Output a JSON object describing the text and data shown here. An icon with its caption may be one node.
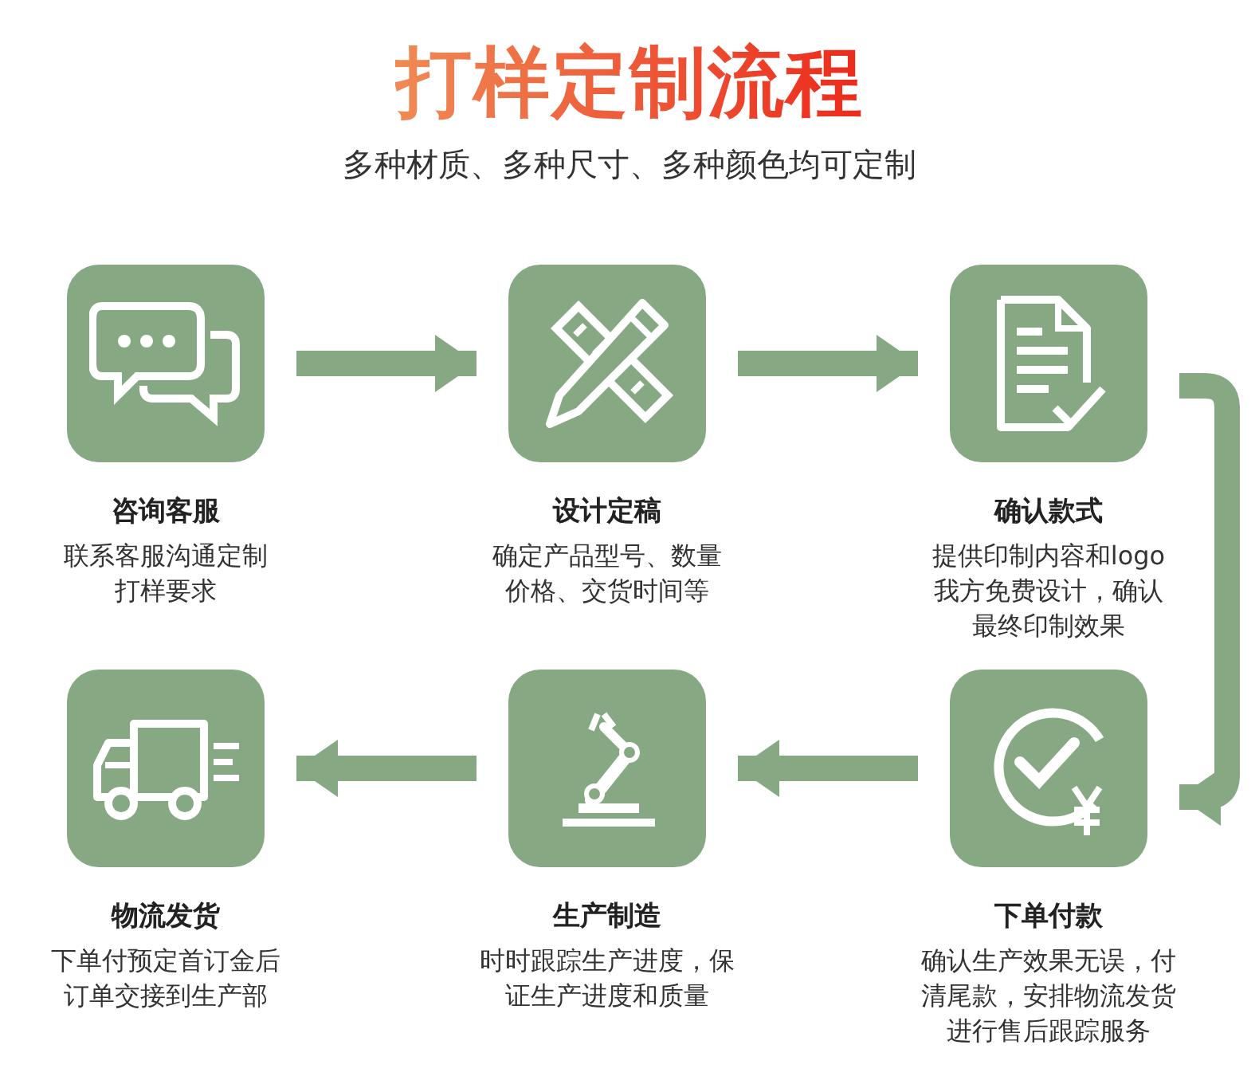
{
  "diagram": {
    "title": "打样定制流程",
    "caption": "多种材质、多种尺寸、多种颜色均可定制",
    "nodes": [
      {
        "text": [
          "咨询客服",
          "联系客服沟通定制打样要求"
        ]
      },
      {
        "text": [
          "设计定稿",
          "确定产品型号、数量价格、交货时间等"
        ]
      },
      {
        "text": [
          "确认款式",
          "提供印制内容和logo我方免费设计，确认最终印制效果"
        ]
      },
      {
        "text": [
          "物流发货",
          "下单付预定首订金后订单交接到生产部"
        ]
      },
      {
        "text": [
          "生产制造",
          "时时跟踪生产进度，保证生产进度和质量"
        ]
      },
      {
        "text": [
          "下单付款",
          "确认生产效果无误，付清尾款，安排物流发货进行售后跟踪服务"
        ]
      }
    ],
    "edges": [
      {
        "from": 0,
        "to": 1,
        "arrow": "to"
      },
      {
        "from": 1,
        "to": 2,
        "arrow": "to"
      },
      {
        "from": 2,
        "to": 5,
        "arrow": "to"
      },
      {
        "from": 5,
        "to": 4,
        "arrow": "to"
      },
      {
        "from": 4,
        "to": 3,
        "arrow": "to"
      }
    ]
  }
}
